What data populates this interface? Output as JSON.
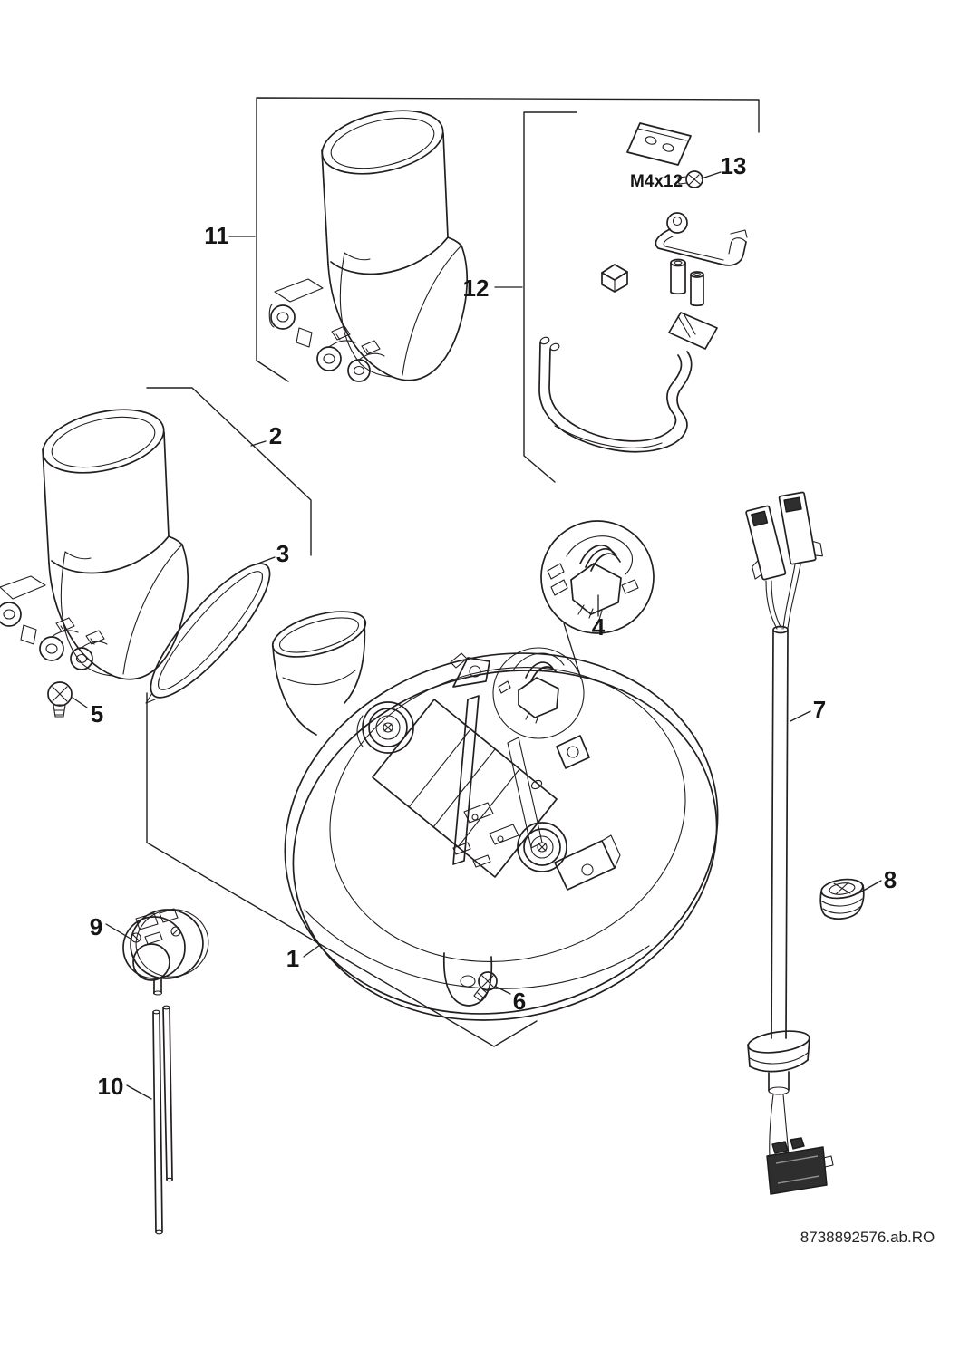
{
  "diagram": {
    "type": "exploded-parts-diagram",
    "background_color": "#ffffff",
    "line_color": "#231f20",
    "labels": {
      "n1": "1",
      "n2": "2",
      "n3": "3",
      "n4": "4",
      "n5": "5",
      "n6": "6",
      "n7": "7",
      "n8": "8",
      "n9": "9",
      "n10": "10",
      "n11": "11",
      "n12": "12",
      "n13": "13"
    },
    "screw_spec": "M4x12",
    "part_code": "8738892576.ab.RO"
  }
}
